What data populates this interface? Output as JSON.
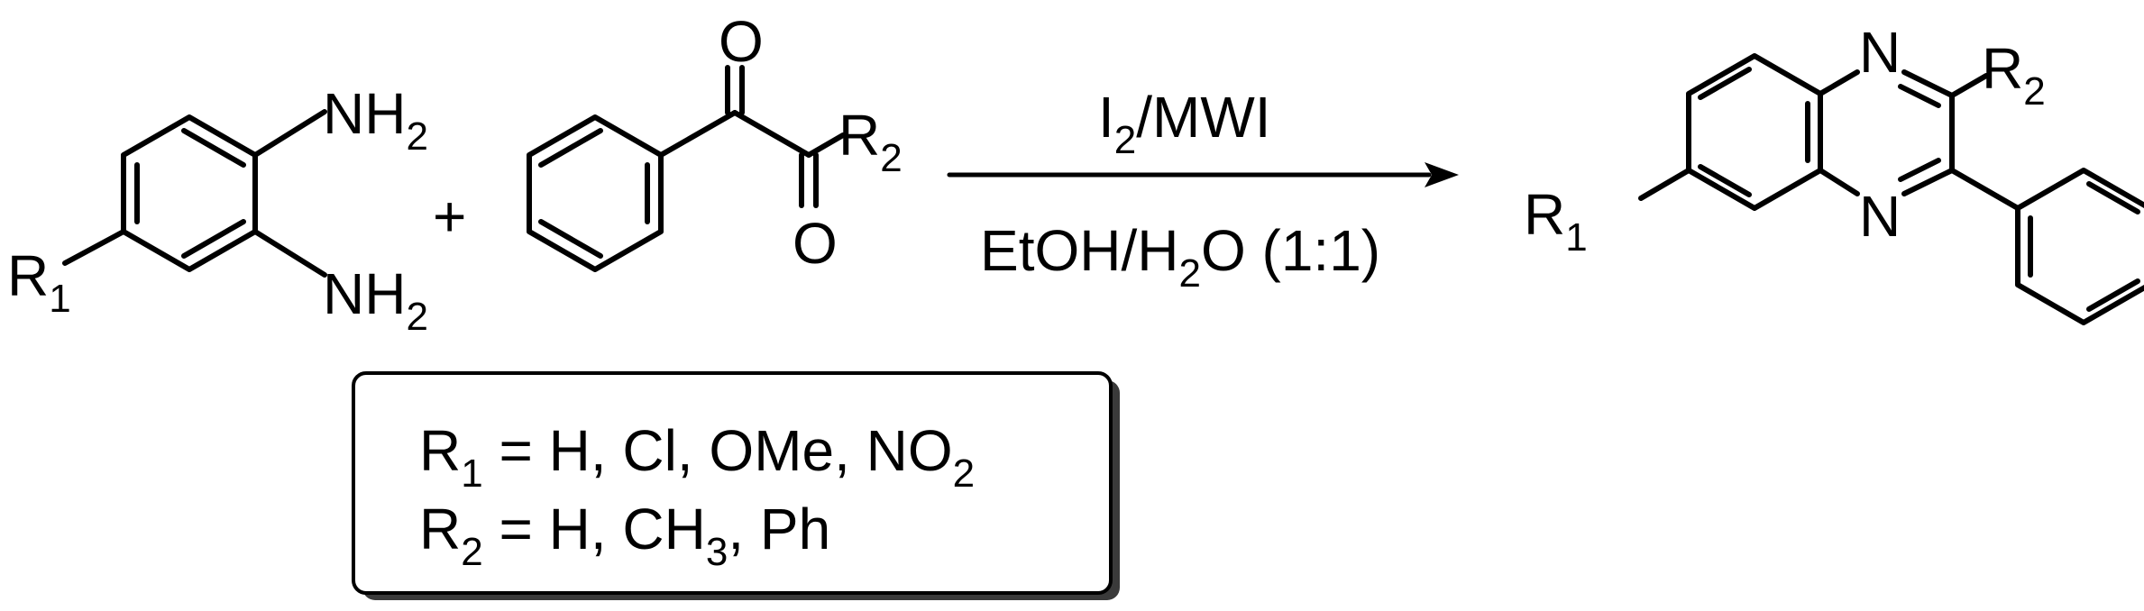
{
  "reactant1": {
    "amine_top": {
      "main": "NH",
      "sub": "2"
    },
    "amine_bottom": {
      "main": "NH",
      "sub": "2"
    },
    "substituent": {
      "main": "R",
      "sub": "1"
    }
  },
  "plus_sign": "+",
  "reactant2": {
    "oxygen_top": "O",
    "oxygen_bottom": "O",
    "substituent": {
      "main": "R",
      "sub": "2"
    }
  },
  "arrow": {
    "above": {
      "pre": "I",
      "sub": "2",
      "post": "/MWI"
    },
    "below": {
      "pre": "EtOH/H",
      "sub": "2",
      "post": "O (1:1)"
    }
  },
  "product": {
    "nitrogen_top": "N",
    "nitrogen_bottom": "N",
    "substituent_r2": {
      "main": "R",
      "sub": "2"
    },
    "substituent_r1": {
      "main": "R",
      "sub": "1"
    }
  },
  "substituent_box": {
    "line1": {
      "main": "R",
      "sub": "1",
      "rest": " = H, Cl, OMe, NO",
      "tail_sub": "2"
    },
    "line2": {
      "main": "R",
      "sub": "2",
      "rest": " = H, CH",
      "mid_sub": "3",
      "tail": ", Ph"
    }
  }
}
